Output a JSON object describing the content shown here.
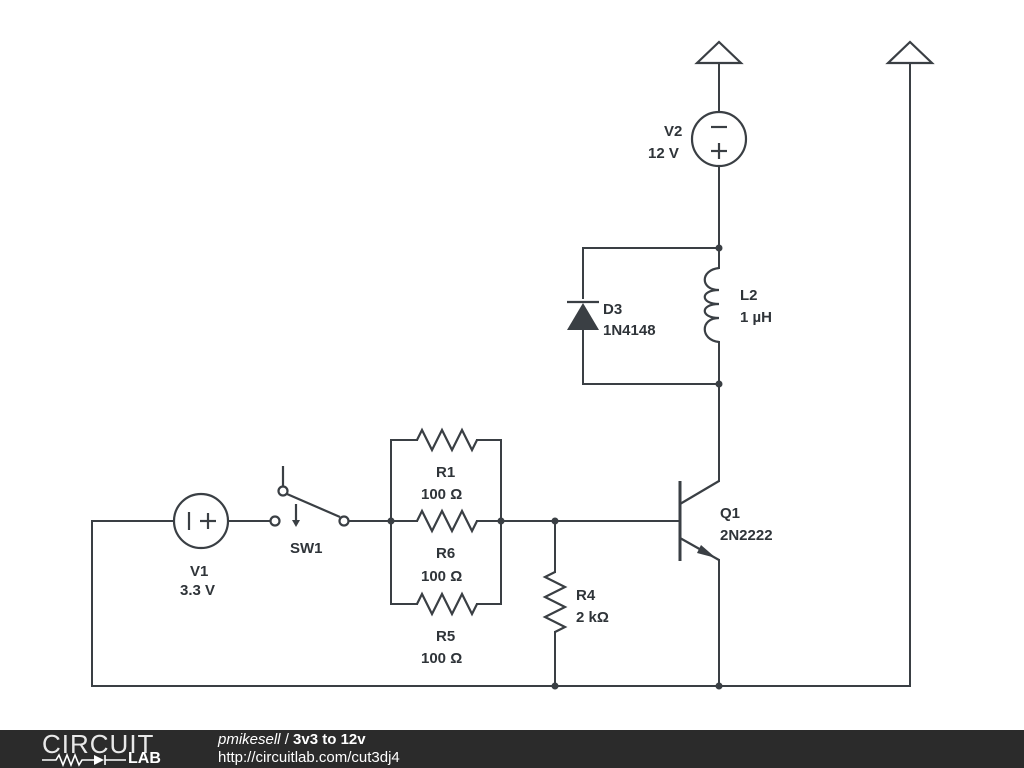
{
  "components": {
    "v1": {
      "name": "V1",
      "value": "3.3 V"
    },
    "v2": {
      "name": "V2",
      "value": "12 V"
    },
    "sw1": {
      "name": "SW1"
    },
    "r1": {
      "name": "R1",
      "value": "100 Ω"
    },
    "r6": {
      "name": "R6",
      "value": "100 Ω"
    },
    "r5": {
      "name": "R5",
      "value": "100 Ω"
    },
    "r4": {
      "name": "R4",
      "value": "2 kΩ"
    },
    "q1": {
      "name": "Q1",
      "value": "2N2222"
    },
    "d3": {
      "name": "D3",
      "value": "1N4148"
    },
    "l2": {
      "name": "L2",
      "value": "1 µH"
    }
  },
  "footer": {
    "logo_top": "CIRCUIT",
    "logo_bottom": "LAB",
    "user": "pmikesell",
    "separator": " / ",
    "title": "3v3 to 12v",
    "url": "http://circuitlab.com/cut3dj4"
  },
  "colors": {
    "wire": "#3a3f44",
    "footer_bg": "#2b2b2b"
  }
}
